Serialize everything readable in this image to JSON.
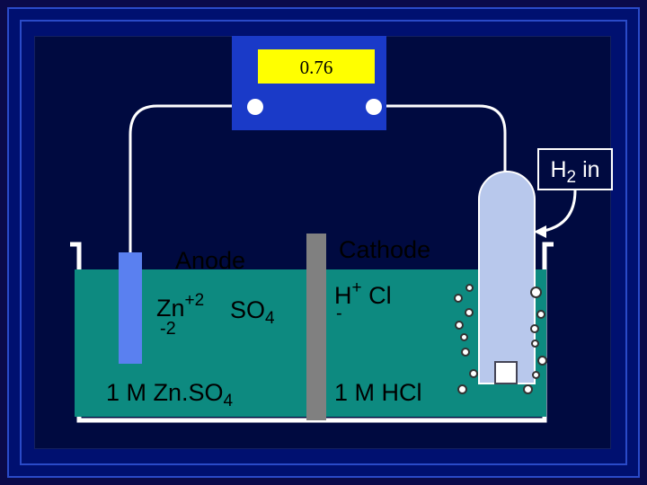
{
  "voltmeter": {
    "reading": "0.76"
  },
  "gas_inlet": {
    "formula_base": "H",
    "formula_sub": "2",
    "formula_rest": "in"
  },
  "anode_side": {
    "title": "Anode",
    "ion1_base": "Zn",
    "ion1_charge": "+2",
    "ion2_base": "SO",
    "ion2_sub": "4",
    "ion2_charge": "-2",
    "concentration_base": "1 M Zn.SO",
    "concentration_sub": "4"
  },
  "cathode_side": {
    "title": "Cathode",
    "ion1_base": "H",
    "ion1_charge": "+",
    "ion2_base": "Cl",
    "ion2_charge": "-",
    "concentration": "1 M HCl"
  },
  "colors": {
    "background": "#001070",
    "meter": "#1a3ac8",
    "display": "#ffff00",
    "solution": "#0d8a80",
    "anode": "#5a80f0",
    "bridge": "#808080"
  }
}
